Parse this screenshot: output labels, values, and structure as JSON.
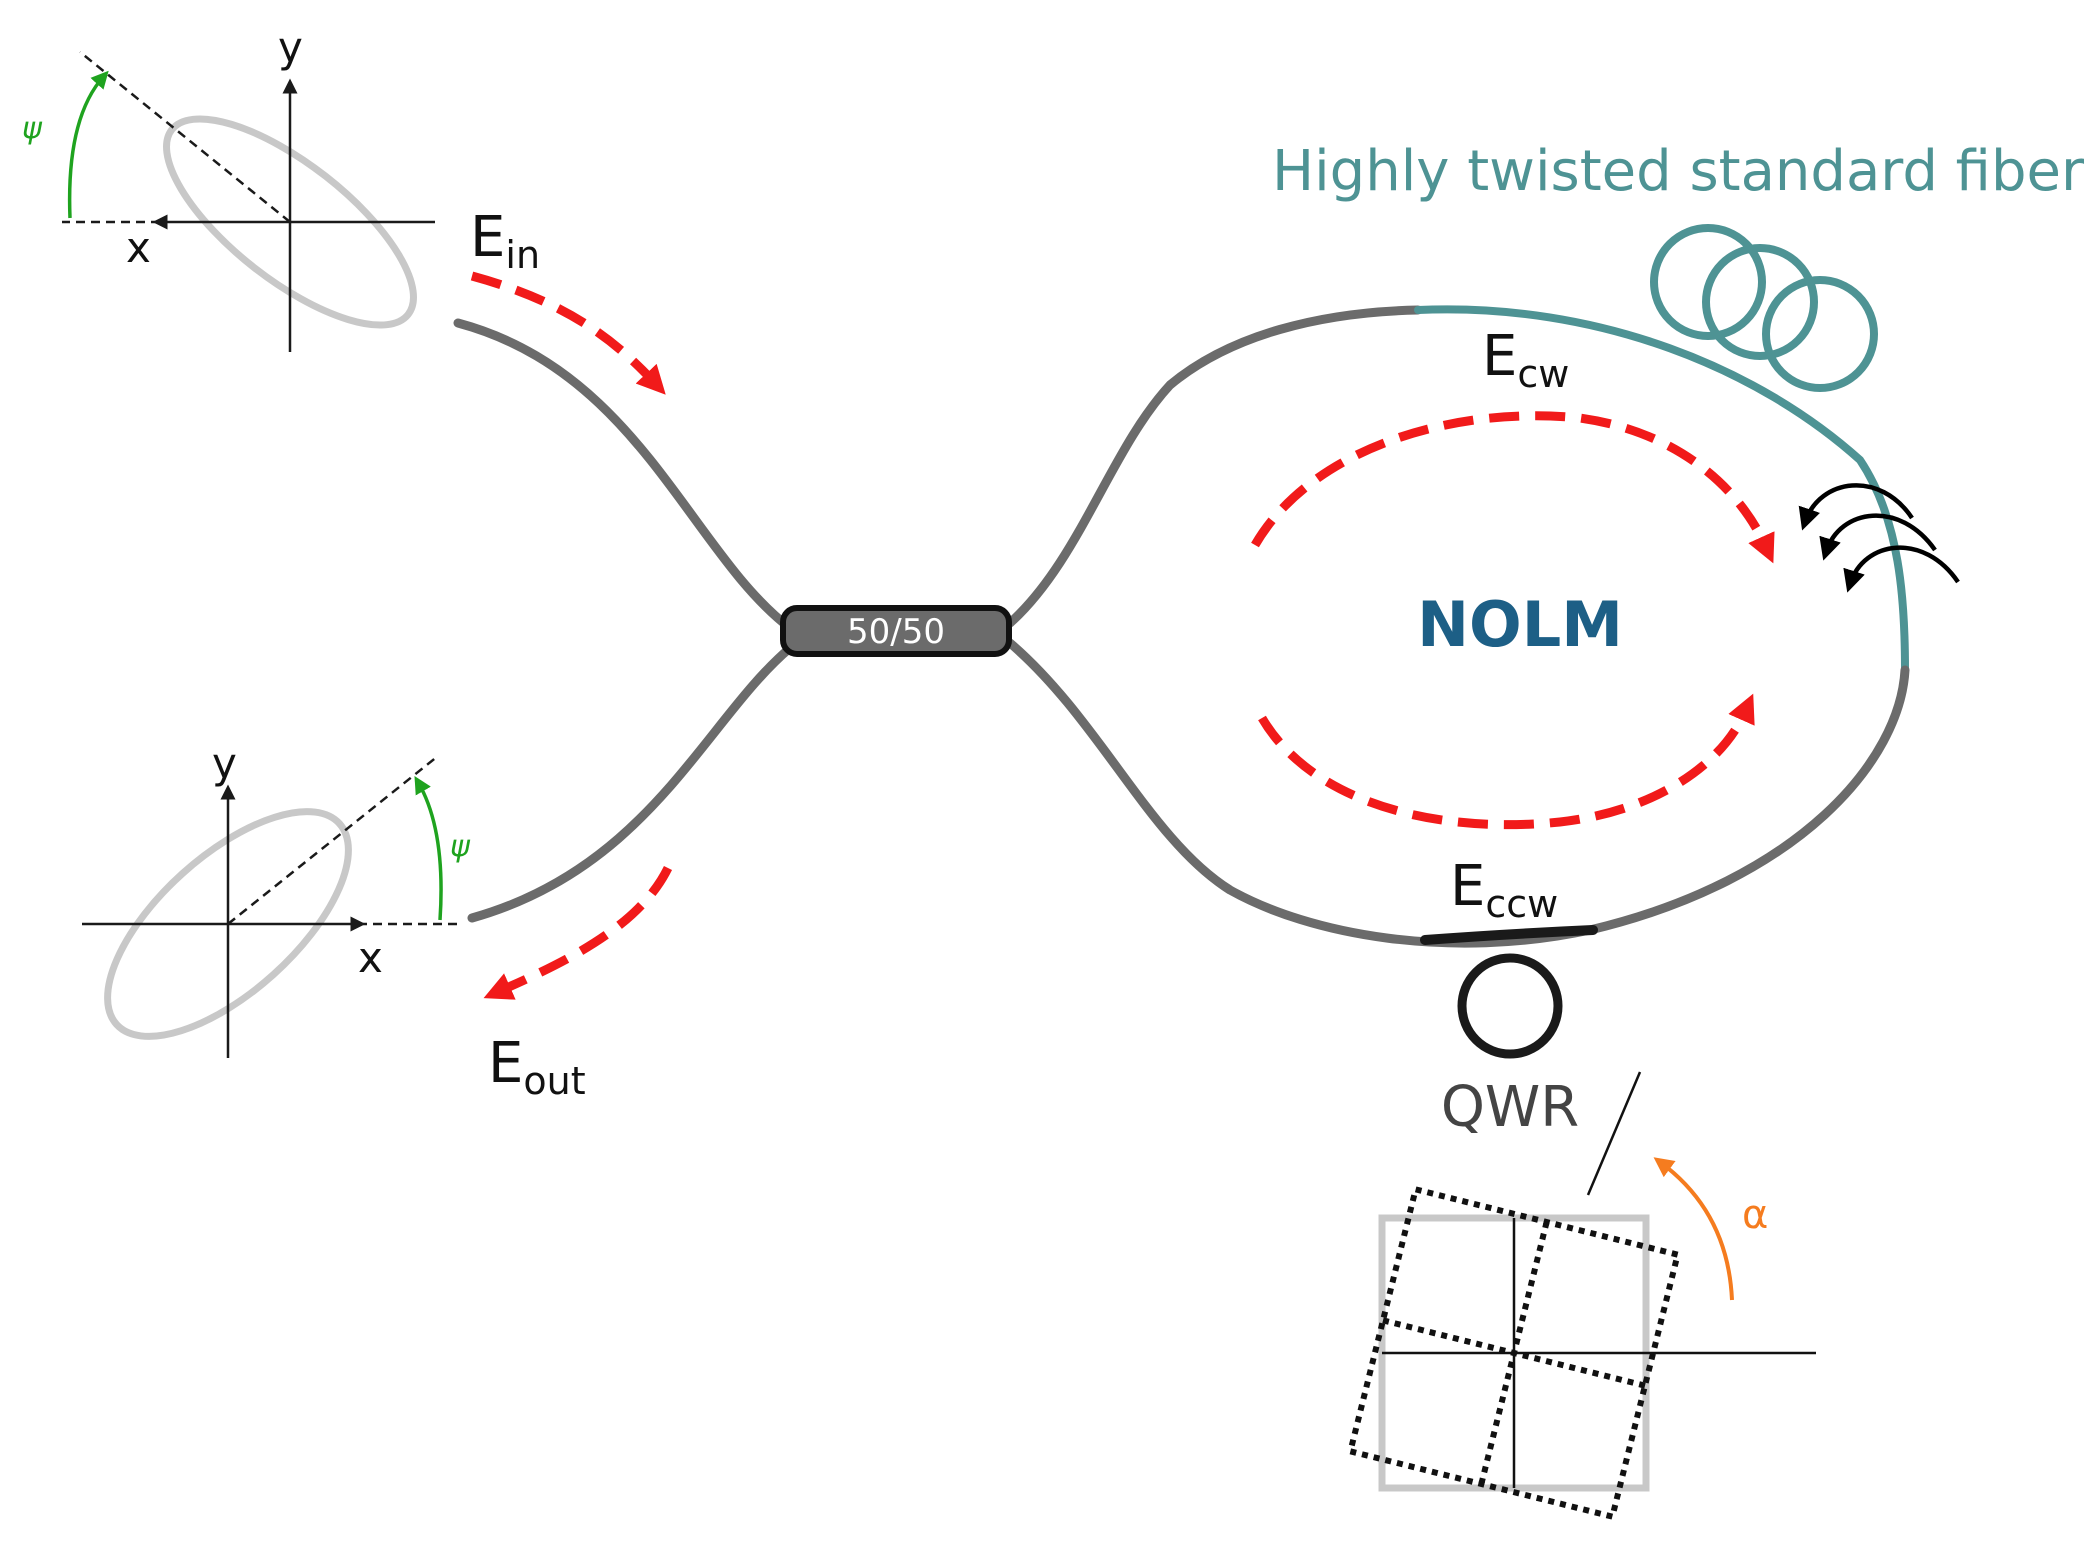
{
  "labels": {
    "e_in": "E",
    "e_in_sub": "in",
    "e_out": "E",
    "e_out_sub": "out",
    "e_cw": "E",
    "e_cw_sub": "cw",
    "e_ccw": "E",
    "e_ccw_sub": "ccw",
    "coupler": "50/50",
    "loop": "NOLM",
    "twisted_fiber": "Highly twisted standard fiber",
    "qwr": "QWR",
    "alpha": "α",
    "psi_in": "ψ",
    "psi_out": "ψ",
    "axis_x_in": "x",
    "axis_y_in": "y",
    "axis_x_out": "x",
    "axis_y_out": "y"
  },
  "colors": {
    "fiber": "#6b6b6b",
    "twisted_fiber": "#4e9394",
    "field_arrows": "#f11a1a",
    "nolm_text": "#1d5f86",
    "psi": "#1fa31f",
    "alpha": "#f57c1f",
    "ellipse": "#c8c8c8",
    "qwr": "#1a1a1a"
  }
}
